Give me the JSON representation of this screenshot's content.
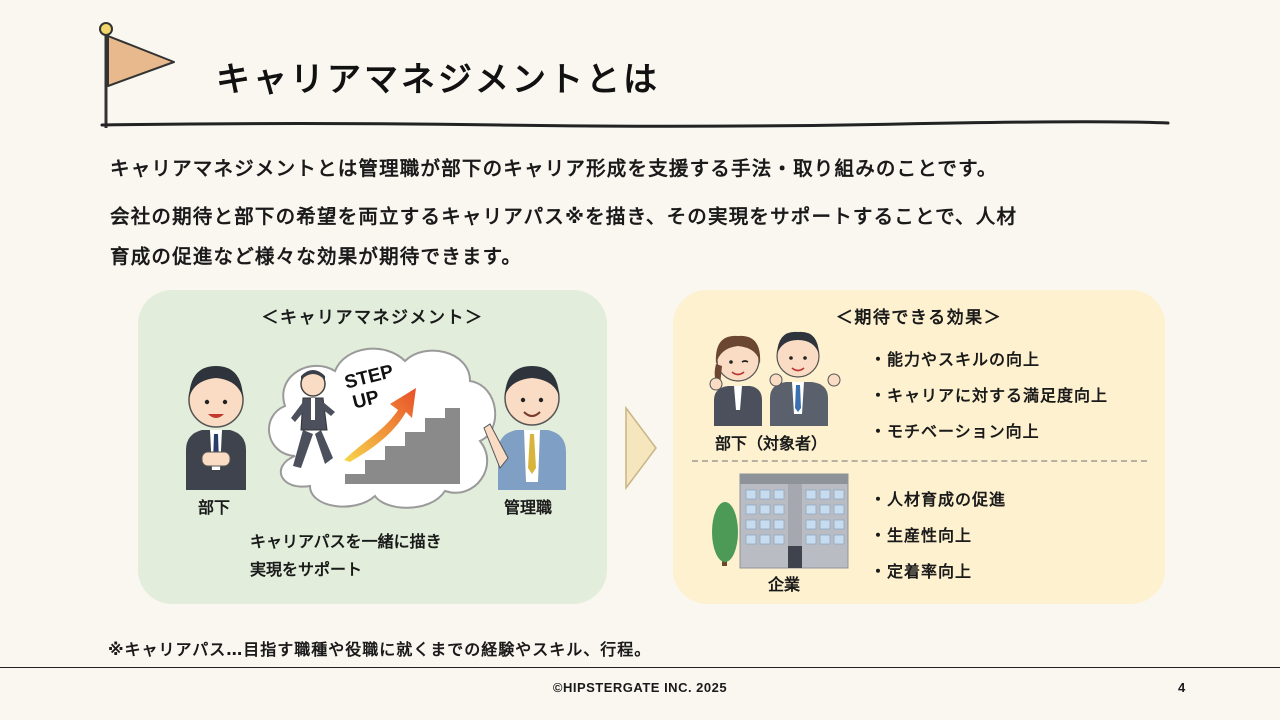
{
  "header": {
    "title": "キャリアマネジメントとは"
  },
  "intro": {
    "lines": [
      "キャリアマネジメントとは管理職が部下のキャリア形成を支援する手法・取り組みのことです。",
      "会社の期待と部下の希望を両立するキャリアパス※を描き、その実現をサポートすることで、人材",
      "育成の促進など様々な効果が期待できます。"
    ]
  },
  "left_panel": {
    "title": "＜キャリアマネジメント＞",
    "subordinate_label": "部下",
    "manager_label": "管理職",
    "step_up_text": [
      "STEP",
      "UP"
    ],
    "caption_lines": [
      "キャリアパスを一緒に描き",
      "実現をサポート"
    ]
  },
  "right_panel": {
    "title": "＜期待できる効果＞",
    "employee_label": "部下（対象者）",
    "employee_effects": [
      "・能力やスキルの向上",
      "・キャリアに対する満足度向上",
      "・モチベーション向上"
    ],
    "company_label": "企業",
    "company_effects": [
      "・人材育成の促進",
      "・生産性向上",
      "・定着率向上"
    ]
  },
  "footnote": "※キャリアパス…目指す職種や役職に就くまでの経験やスキル、行程。",
  "footer": {
    "copyright": "©HIPSTERGATE INC. 2025",
    "page_number": "4"
  },
  "colors": {
    "background": "#faf7f1",
    "left_panel": "#e2eedb",
    "right_panel": "#fdf1cf",
    "flag": "#e8b98c",
    "step_arrow": "#e8602a"
  },
  "icons": {
    "flag": "flag-icon",
    "arrow": "chevron-right-icon",
    "subordinate": "person-icon",
    "manager": "person-icon",
    "building": "building-icon",
    "tree": "tree-icon"
  }
}
